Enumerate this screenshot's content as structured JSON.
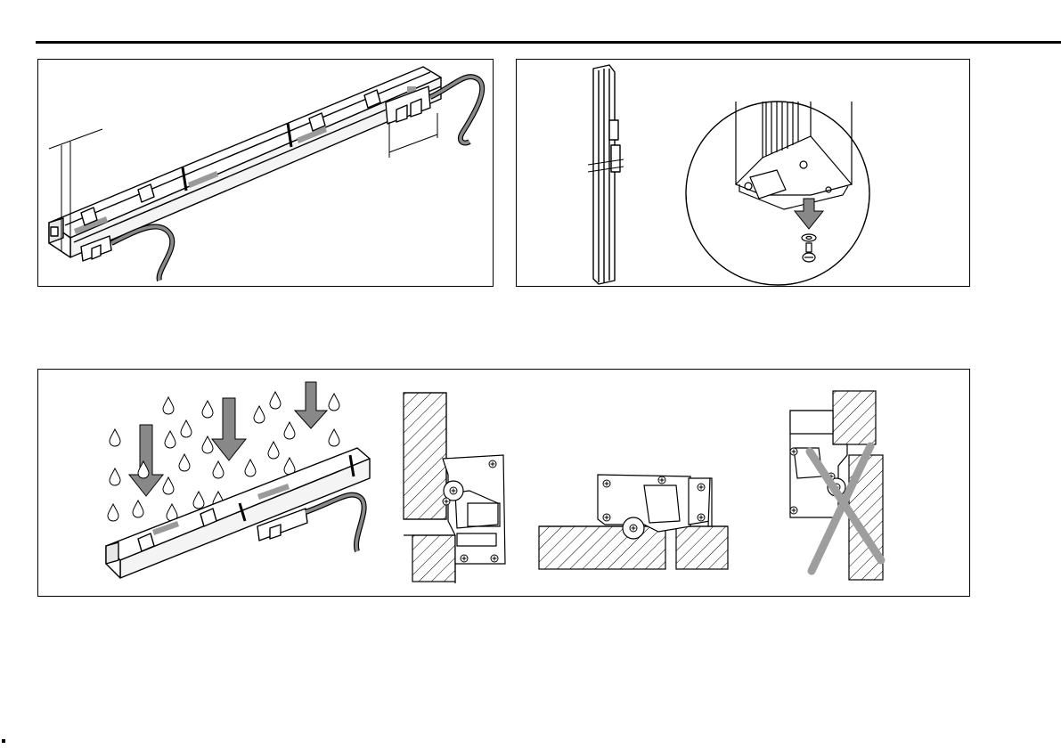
{
  "page": {
    "colors": {
      "line": "#000000",
      "paper": "#ffffff",
      "label": "#9a9a9a",
      "arrow": "#888888",
      "cross": "#9e9e9e"
    },
    "panels": [
      {
        "id": "scale-overview",
        "content": "linear-scale-with-reading-heads"
      },
      {
        "id": "mounting-detail",
        "content": "vertical-scale-and-end-block-screw"
      },
      {
        "id": "orientation",
        "content": "drip-protection-and-mounting-orientations"
      }
    ]
  }
}
